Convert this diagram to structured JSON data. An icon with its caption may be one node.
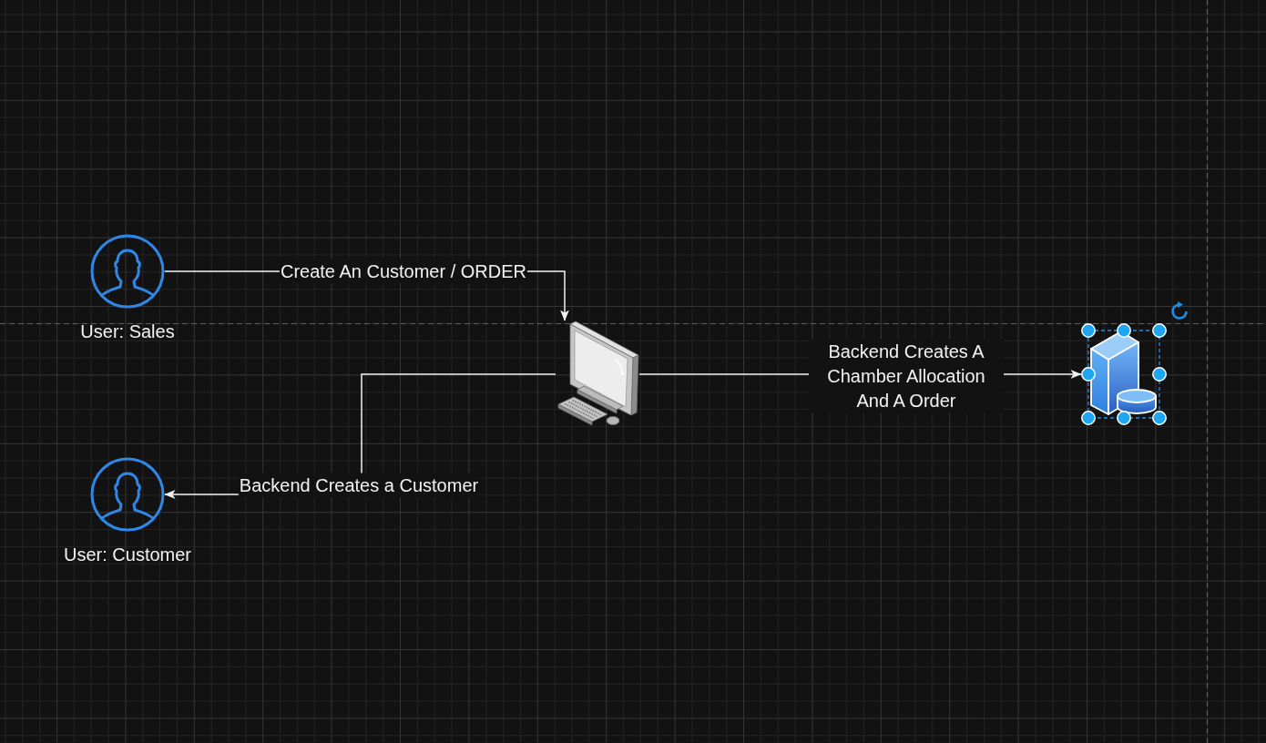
{
  "diagram": {
    "nodes": [
      {
        "text": [
          "User: Sales"
        ]
      },
      {
        "text": [],
        "shape": "picture"
      },
      {
        "text": [],
        "shape": "picture"
      },
      {
        "text": [
          "User: Customer"
        ]
      }
    ],
    "edges": [
      {
        "from": 0,
        "to": 1,
        "arrow": "to",
        "label": "Create An Customer / ORDER"
      },
      {
        "from": 1,
        "to": 2,
        "arrow": "to",
        "label": "Backend Creates A Chamber Allocation And A Order"
      },
      {
        "from": 1,
        "to": 3,
        "arrow": "to",
        "label": "Backend Creates a Customer"
      }
    ]
  }
}
